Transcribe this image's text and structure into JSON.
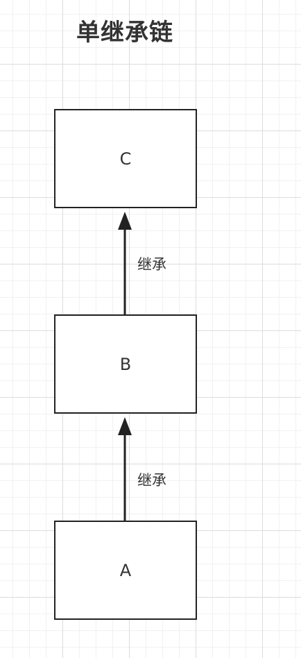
{
  "diagram": {
    "title": "单继承链",
    "nodes": {
      "c": "C",
      "b": "B",
      "a": "A"
    },
    "edges": {
      "b_to_c": "继承",
      "a_to_b": "继承"
    }
  }
}
